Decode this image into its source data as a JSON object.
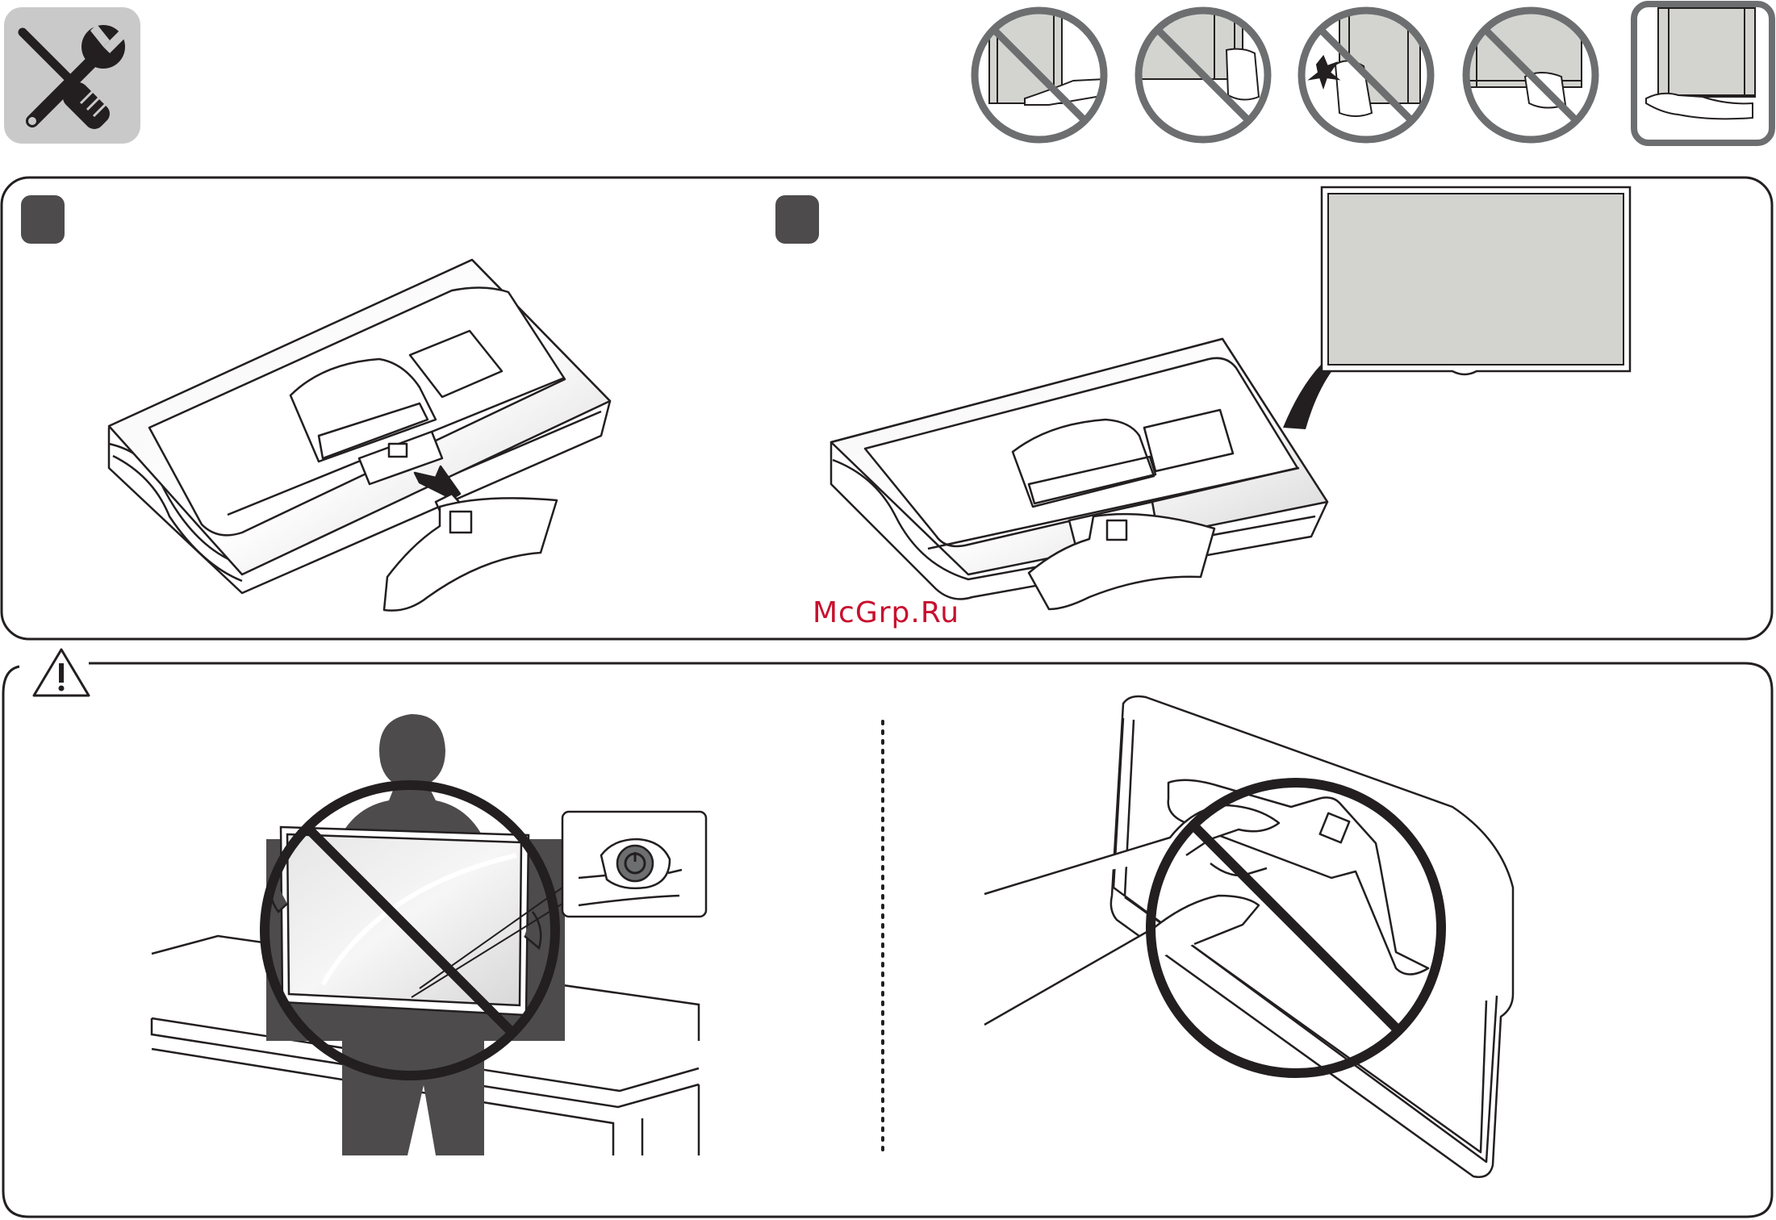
{
  "manual_page": {
    "header": {
      "tools_icon": "wrench-screwdriver-icon",
      "handling_icons": [
        {
          "name": "no-hold-bottom-edge-icon",
          "allowed": false
        },
        {
          "name": "no-grip-side-icon",
          "allowed": false
        },
        {
          "name": "no-pinch-panel-icon",
          "allowed": false
        },
        {
          "name": "no-hold-bottom-corner-icon",
          "allowed": false
        },
        {
          "name": "support-from-below-icon",
          "allowed": true
        }
      ]
    },
    "steps": [
      {
        "number": "",
        "action": "insert-stand-arrow"
      },
      {
        "number": "",
        "action": "rotate-upright-arrow"
      }
    ],
    "warning": {
      "icon": "warning-triangle-icon",
      "examples": [
        "carry-tv-wrong-prohibited",
        "hold-by-stand-prohibited"
      ]
    },
    "watermark": "McGrp.Ru"
  },
  "colors": {
    "line": "#231f20",
    "dark_gray": "#4d4b4c",
    "panel_gray": "#d3d4d0",
    "prohibit_gray": "#6d6e70",
    "icon_bg": "#c9c9c9",
    "watermark": "#c8102e"
  }
}
